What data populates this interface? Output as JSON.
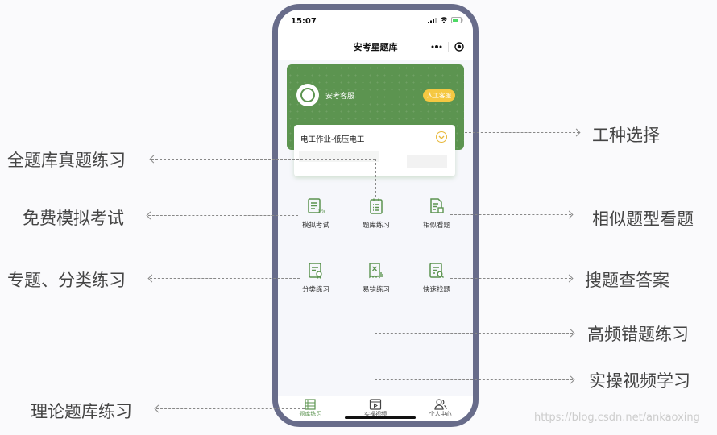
{
  "phone": {
    "status_bar": {
      "time": "15:07"
    },
    "nav": {
      "title": "安考星题库",
      "more_icon": "more-dots-icon",
      "close_icon": "record-circle-icon"
    },
    "banner": {
      "service_name": "安考客服",
      "service_button": "人工客服",
      "bg_color": "#5c9450"
    },
    "selector": {
      "value": "电工作业-低压电工",
      "icon": "chevron-down-circle-icon"
    },
    "grid": [
      {
        "label": "模拟考试",
        "icon": "exam-sheet-icon"
      },
      {
        "label": "题库练习",
        "icon": "clipboard-list-icon"
      },
      {
        "label": "相似看题",
        "icon": "doc-similar-icon"
      },
      {
        "label": "分类练习",
        "icon": "doc-award-icon"
      },
      {
        "label": "易错练习",
        "icon": "doc-error-icon"
      },
      {
        "label": "快速找题",
        "icon": "doc-search-icon"
      }
    ],
    "tabbar": [
      {
        "label": "题库练习",
        "active": true
      },
      {
        "label": "实操视频",
        "active": false
      },
      {
        "label": "个人中心",
        "active": false
      }
    ]
  },
  "annotations": {
    "left": [
      "全题库真题练习",
      "免费模拟考试",
      "专题、分类练习",
      "理论题库练习"
    ],
    "right": [
      "工种选择",
      "相似题型看题",
      "搜题查答案",
      "高频错题练习",
      "实操视频学习"
    ]
  },
  "watermark": "https://blog.csdn.net/ankaoxing"
}
